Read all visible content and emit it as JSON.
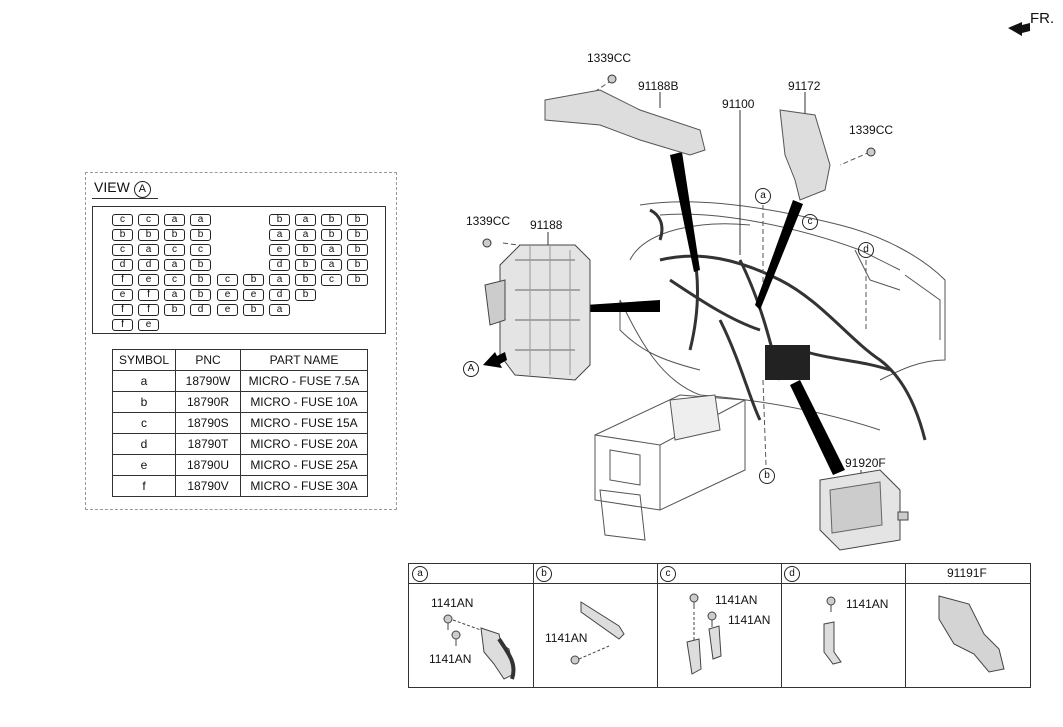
{
  "fr_label": "FR.",
  "callouts": {
    "c1339cc_top": "1339CC",
    "c91188b": "91188B",
    "c91100": "91100",
    "c91172": "91172",
    "c1339cc_right": "1339CC",
    "c1339cc_left": "1339CC",
    "c91188": "91188",
    "c91920f": "91920F",
    "view_a_arrow": "A",
    "mark_a": "a",
    "mark_b": "b",
    "mark_c": "c",
    "mark_d": "d"
  },
  "view": {
    "title": "VIEW",
    "marker": "A",
    "fuse_rows": [
      [
        "c",
        "c",
        "a",
        "a",
        "",
        "",
        "b",
        "a",
        "b",
        "b"
      ],
      [
        "b",
        "b",
        "b",
        "b",
        "",
        "",
        "a",
        "a",
        "b",
        "b"
      ],
      [
        "c",
        "a",
        "c",
        "c",
        "",
        "",
        "e",
        "b",
        "a",
        "b"
      ],
      [
        "d",
        "d",
        "a",
        "b",
        "",
        "",
        "d",
        "b",
        "a",
        "b"
      ],
      [
        "f",
        "e",
        "c",
        "b",
        "c",
        "b",
        "a",
        "b",
        "c",
        "b"
      ],
      [
        "e",
        "f",
        "a",
        "b",
        "e",
        "e",
        "d",
        "b",
        "",
        ""
      ],
      [
        "f",
        "f",
        "b",
        "d",
        "e",
        "b",
        "a",
        "",
        "",
        ""
      ],
      [
        "f",
        "e",
        "",
        "",
        "",
        "",
        "",
        "",
        "",
        ""
      ]
    ]
  },
  "symbol_table": {
    "headers": [
      "SYMBOL",
      "PNC",
      "PART NAME"
    ],
    "rows": [
      [
        "a",
        "18790W",
        "MICRO - FUSE 7.5A"
      ],
      [
        "b",
        "18790R",
        "MICRO - FUSE 10A"
      ],
      [
        "c",
        "18790S",
        "MICRO - FUSE 15A"
      ],
      [
        "d",
        "18790T",
        "MICRO - FUSE 20A"
      ],
      [
        "e",
        "18790U",
        "MICRO - FUSE 25A"
      ],
      [
        "f",
        "18790V",
        "MICRO - FUSE 30A"
      ]
    ]
  },
  "details": {
    "headers": [
      "a",
      "b",
      "c",
      "d",
      "91191F"
    ],
    "a_labels": [
      "1141AN",
      "1141AN"
    ],
    "b_labels": [
      "1141AN"
    ],
    "c_labels": [
      "1141AN",
      "1141AN"
    ],
    "d_labels": [
      "1141AN"
    ]
  }
}
